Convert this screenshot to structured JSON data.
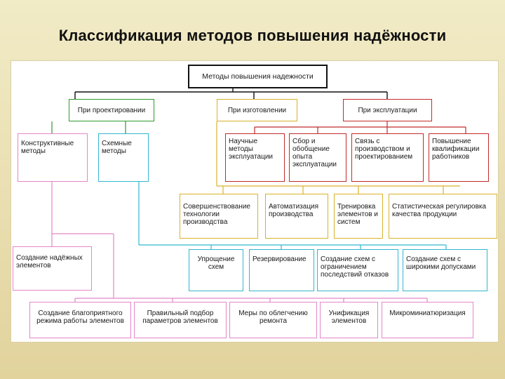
{
  "title": "Классификация методов повышения надёжности",
  "colors": {
    "root": "#111111",
    "design": "#2e9a2e",
    "manufacturing": "#d8b22a",
    "operation": "#c22a2a",
    "schemes": "#33b6cf",
    "elements": "#e486c8"
  },
  "nodes": {
    "root": "Методы повышения надежности",
    "design": "При проектировании",
    "manufacturing": "При изготовлении",
    "operation": "При эксплуатации",
    "constructive": "Конструктивные методы",
    "schematic": "Схемные методы",
    "scientific": "Научные методы эксплуатации",
    "experience": "Сбор и обобщение опыта эксплуатации",
    "production_link": "Связь с производством и проектированием",
    "staff_qualification": "Повышение квалификации работников",
    "technology": "Совершенствование технологии производства",
    "automation": "Автоматизация производства",
    "training": "Тренировка элементов и систем",
    "statistical": "Статистическая регулировка качества продукции",
    "reliable_elements": "Создание надёжных элементов",
    "simplification": "Упрощение схем",
    "redundancy": "Резервирование",
    "failure_limited": "Создание схем с ограничением последствий отказов",
    "wide_tolerance": "Создание схем с широкими допусками",
    "favorable_mode": "Создание благоприятного режима работы элементов",
    "right_selection": "Правильный подбор параметров элементов",
    "repair": "Меры по облегчению ремонта",
    "unification": "Унификация элементов",
    "microminiaturization": "Микроминиатюризация"
  }
}
